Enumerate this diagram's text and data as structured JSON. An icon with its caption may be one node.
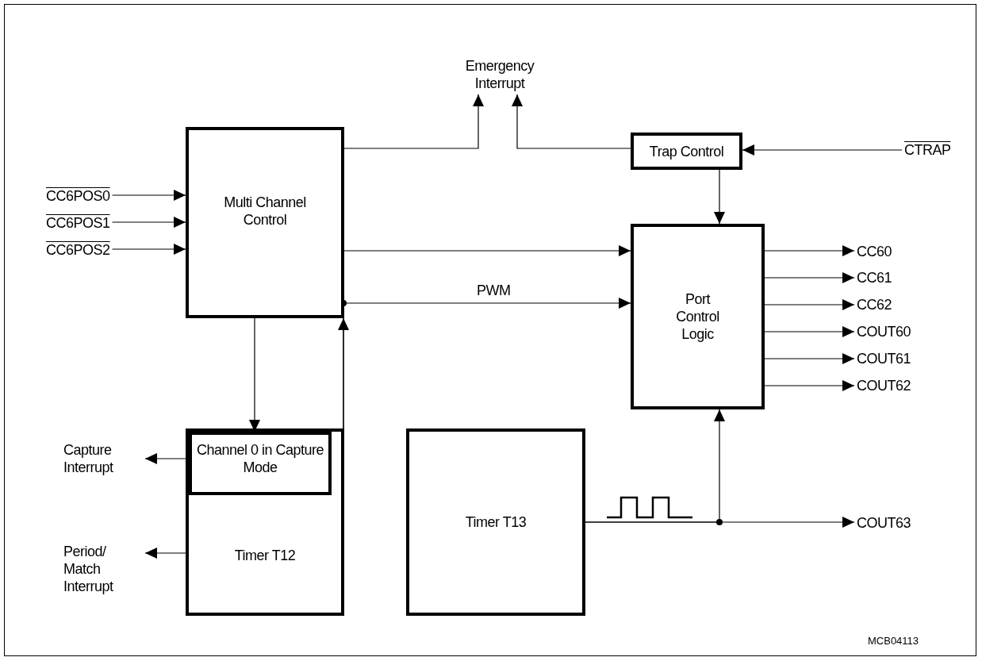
{
  "diagram": {
    "nodes": [
      {
        "text": [
          "Multi Channel Control"
        ]
      },
      {
        "text": [
          "Trap Control"
        ]
      },
      {
        "text": [
          "Port Control Logic"
        ]
      },
      {
        "text": [
          "Timer T12"
        ]
      },
      {
        "text": [
          "Channel 0 in Capture Mode"
        ],
        "in": 3
      },
      {
        "text": [
          "Timer T13"
        ]
      },
      {
        "text": [
          "Emergency Interrupt"
        ]
      },
      {
        "text": [
          "CTRAP"
        ]
      },
      {
        "text": [
          "CC6POS0"
        ]
      },
      {
        "text": [
          "CC6POS1"
        ]
      },
      {
        "text": [
          "CC6POS2"
        ]
      },
      {
        "text": [
          "Capture Interrupt"
        ]
      },
      {
        "text": [
          "Period/ Match Interrupt"
        ]
      },
      {
        "text": [
          "CC60"
        ]
      },
      {
        "text": [
          "CC61"
        ]
      },
      {
        "text": [
          "CC62"
        ]
      },
      {
        "text": [
          "COUT60"
        ]
      },
      {
        "text": [
          "COUT61"
        ]
      },
      {
        "text": [
          "COUT62"
        ]
      },
      {
        "text": [
          "COUT63"
        ]
      }
    ],
    "edges": [
      {
        "from": 0,
        "to": 6,
        "arrow": "to"
      },
      {
        "from": 1,
        "to": 6,
        "arrow": "to"
      },
      {
        "from": 7,
        "to": 1,
        "arrow": "to"
      },
      {
        "from": 1,
        "to": 2,
        "arrow": "to"
      },
      {
        "from": 0,
        "to": 2,
        "arrow": "to"
      },
      {
        "from": 8,
        "to": 0,
        "arrow": "to"
      },
      {
        "from": 9,
        "to": 0,
        "arrow": "to"
      },
      {
        "from": 10,
        "to": 0,
        "arrow": "to"
      },
      {
        "from": 0,
        "to": 4,
        "arrow": "to"
      },
      {
        "from": 3,
        "to": 0,
        "arrow": "to"
      },
      {
        "from": 3,
        "to": 2,
        "arrow": "to",
        "label": "PWM"
      },
      {
        "from": 4,
        "to": 11,
        "arrow": "to"
      },
      {
        "from": 3,
        "to": 12,
        "arrow": "to"
      },
      {
        "from": 2,
        "to": 13,
        "arrow": "to"
      },
      {
        "from": 2,
        "to": 14,
        "arrow": "to"
      },
      {
        "from": 2,
        "to": 15,
        "arrow": "to"
      },
      {
        "from": 2,
        "to": 16,
        "arrow": "to"
      },
      {
        "from": 2,
        "to": 17,
        "arrow": "to"
      },
      {
        "from": 2,
        "to": 18,
        "arrow": "to"
      },
      {
        "from": 5,
        "to": 19,
        "arrow": "to"
      },
      {
        "from": 5,
        "to": 2,
        "arrow": "to"
      }
    ],
    "labels": [
      "MCB04113"
    ]
  }
}
